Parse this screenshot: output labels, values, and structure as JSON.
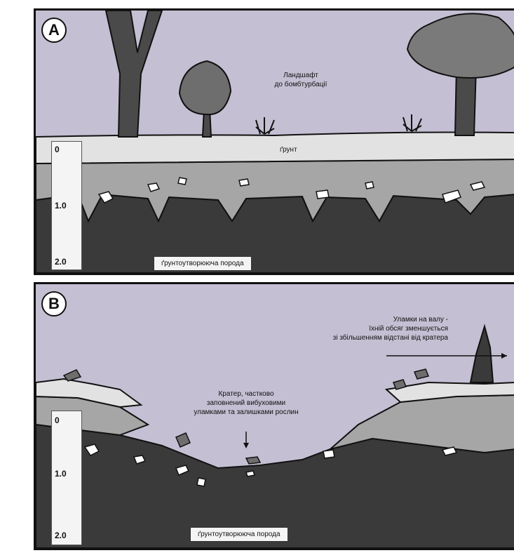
{
  "panel_a": {
    "letter": "A",
    "landscape_label": [
      "Ландшафт",
      "до бомбтурбації"
    ],
    "soil_label": "ґрунт",
    "scale_ticks": [
      "0",
      "1.0",
      "2.0"
    ],
    "bedrock_label": "ґрунтоутворююча порода"
  },
  "panel_b": {
    "letter": "B",
    "ejecta_label": [
      "Уламки на валу -",
      "їхній обсяг зменшується",
      "зі збільшенням відстані від кратера"
    ],
    "crater_label": [
      "Кратер, частково",
      "заповнений вибуховими",
      "уламками та залишками рослин"
    ],
    "scale_ticks": [
      "0",
      "1.0",
      "2.0"
    ],
    "bedrock_label": "ґрунтоутворююча порода"
  },
  "colors": {
    "sky": "#c4bfd2",
    "topsoil": "#e2e2e2",
    "subsoil": "#a6a6a6",
    "bedrock": "#3a3a3a",
    "tree": "#4a4a4a"
  }
}
